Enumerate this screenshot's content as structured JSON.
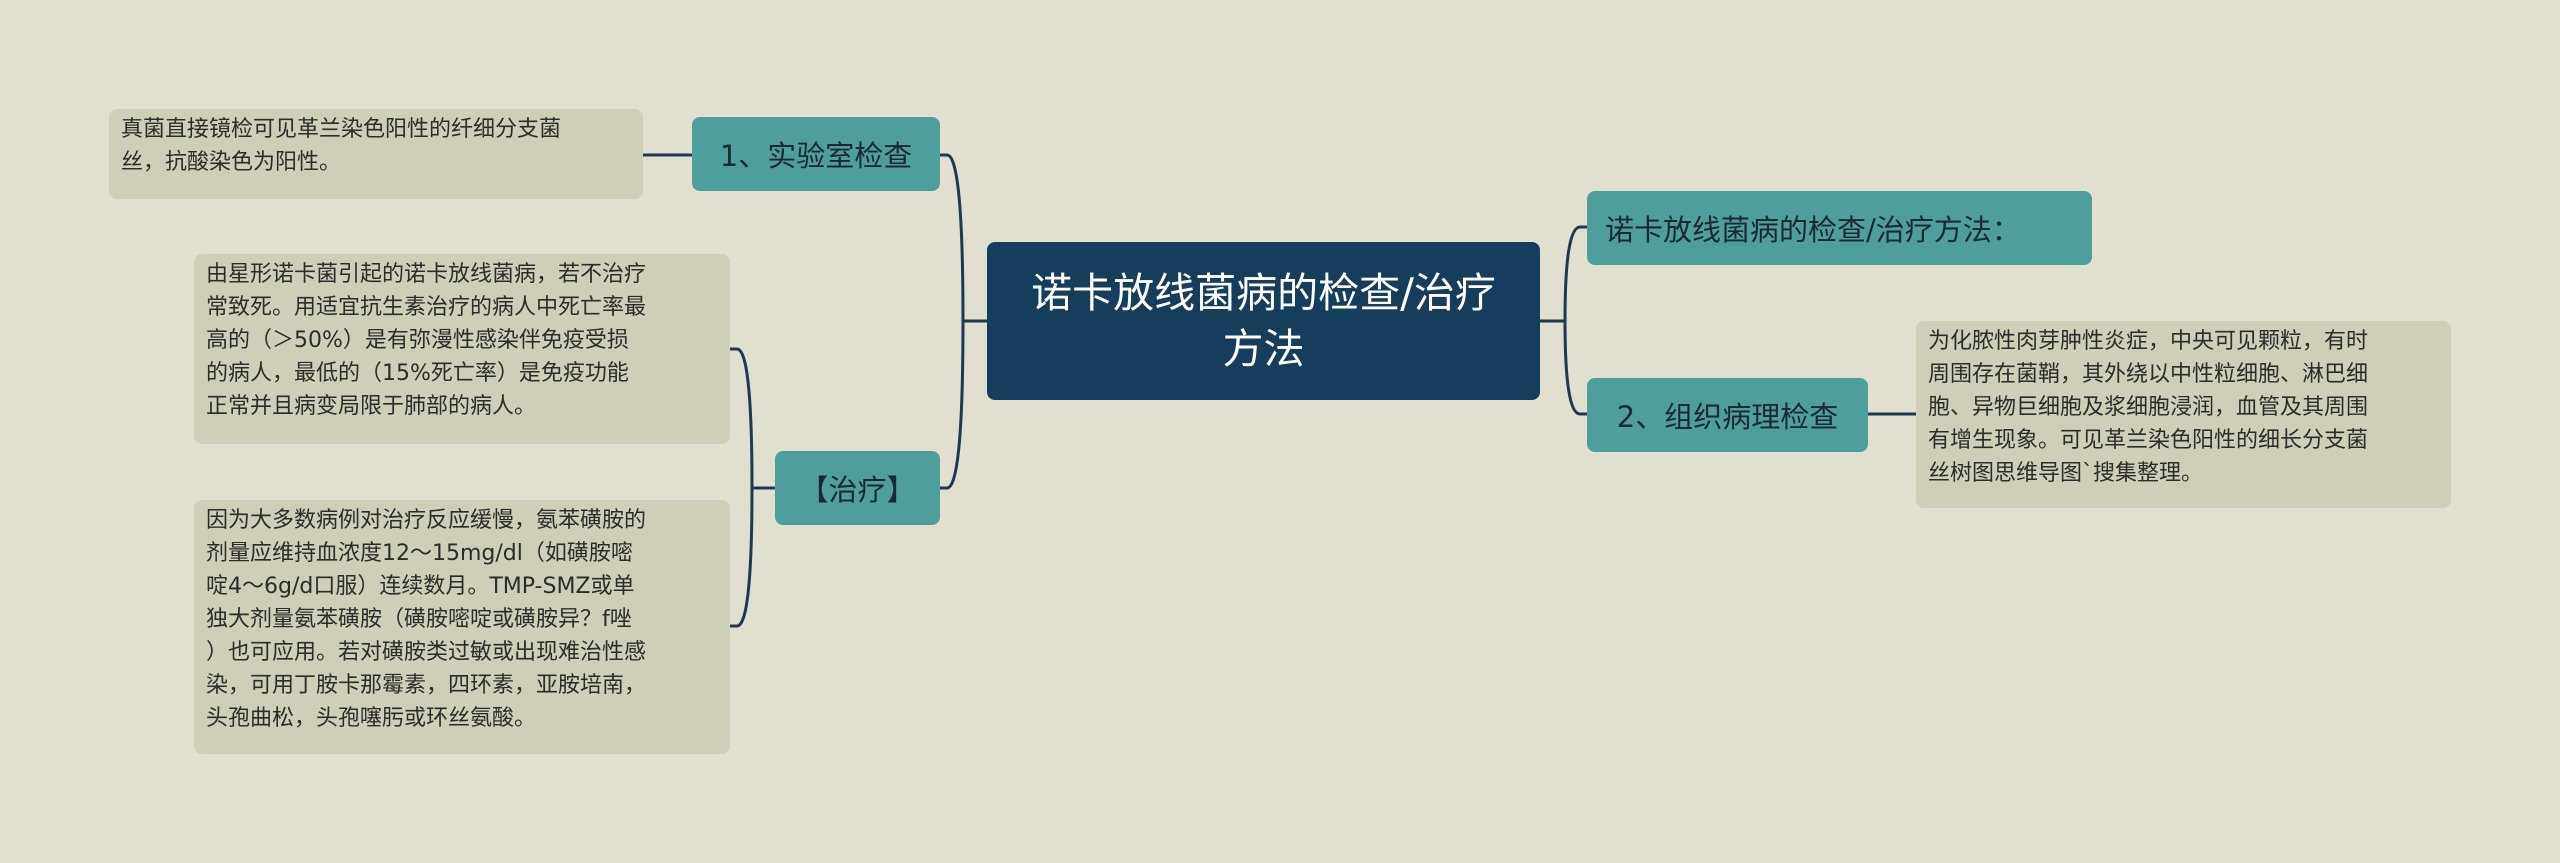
{
  "mindmap": {
    "root": {
      "title": "诺卡放线菌病的检查/治疗\n方法"
    },
    "left_branches": [
      {
        "label": "1、实验室检查",
        "leaves": [
          "真菌直接镜检可见革兰染色阳性的纤细分支菌\n丝，抗酸染色为阳性。"
        ]
      },
      {
        "label": "【治疗】",
        "leaves": [
          "由星形诺卡菌引起的诺卡放线菌病，若不治疗\n常致死。用适宜抗生素治疗的病人中死亡率最\n高的（＞50%）是有弥漫性感染伴免疫受损\n的病人，最低的（15%死亡率）是免疫功能\n正常并且病变局限于肺部的病人。",
          "因为大多数病例对治疗反应缓慢，氨苯磺胺的\n剂量应维持血浓度12～15mg/dl（如磺胺嘧\n啶4～6g/d口服）连续数月。TMP-SMZ或单\n独大剂量氨苯磺胺（磺胺嘧啶或磺胺异？f唑\n）也可应用。若对磺胺类过敏或出现难治性感\n染，可用丁胺卡那霉素，四环素，亚胺培南，\n头孢曲松，头孢噻肟或环丝氨酸。"
        ]
      }
    ],
    "right_branches": [
      {
        "label": "诺卡放线菌病的检查/治疗方法：",
        "leaves": []
      },
      {
        "label": "2、组织病理检查",
        "leaves": [
          "为化脓性肉芽肿性炎症，中央可见颗粒，有时\n周围存在菌鞘，其外绕以中性粒细胞、淋巴细\n胞、异物巨细胞及浆细胞浸润，血管及其周围\n有增生现象。可见革兰染色阳性的细长分支菌\n丝树图思维导图`搜集整理。"
        ]
      }
    ],
    "colors": {
      "background": "#e0dfd0",
      "root": "#153d5c",
      "branch": "#4e9e9c",
      "leaf": "#cfceb8",
      "connector": "#1e3a52"
    }
  }
}
